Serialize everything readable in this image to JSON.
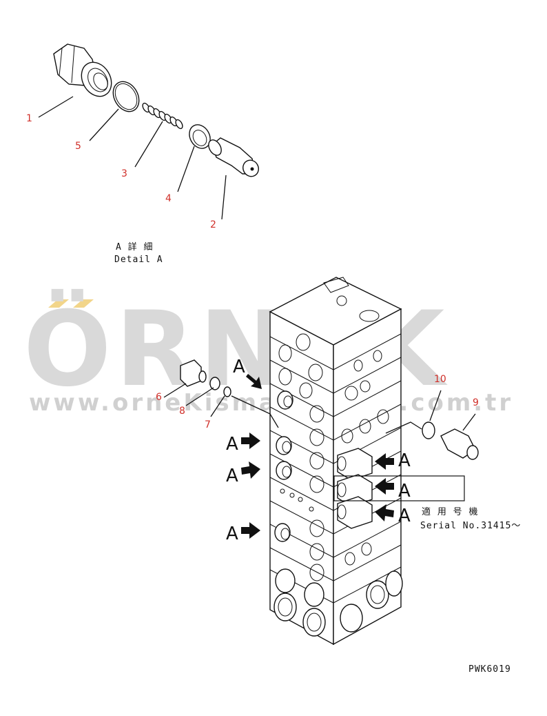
{
  "detail_title_jp": "A 詳 細",
  "detail_title_en": "Detail A",
  "watermark": {
    "brand": "ÖRNEK",
    "url": "www.orneKismakinalari.com.tr",
    "accent": "#f2d58a"
  },
  "callouts": [
    "1",
    "2",
    "3",
    "4",
    "5",
    "6",
    "7",
    "8",
    "9",
    "10"
  ],
  "marker_letter": "A",
  "serial_note": {
    "jp": "適 用 号 機",
    "en": "Serial No.31415～"
  },
  "drawing_code": "PWK6019",
  "colors": {
    "callout": "#d0302a",
    "line": "#111111",
    "watermark": "#d9d9d9"
  }
}
